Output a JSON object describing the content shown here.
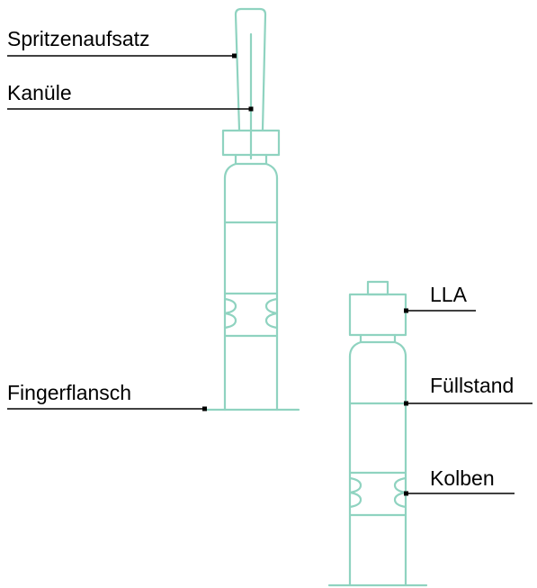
{
  "colors": {
    "outline": "#8fd3c0",
    "leader": "#000000",
    "text": "#000000",
    "background": "#ffffff"
  },
  "labels": {
    "left": {
      "spritzenaufsatz": "Spritzenaufsatz",
      "kanuele": "Kanüle",
      "fingerflansch": "Fingerflansch"
    },
    "right": {
      "lla": "LLA",
      "fuellstand": "Füllstand",
      "kolben": "Kolben"
    }
  }
}
